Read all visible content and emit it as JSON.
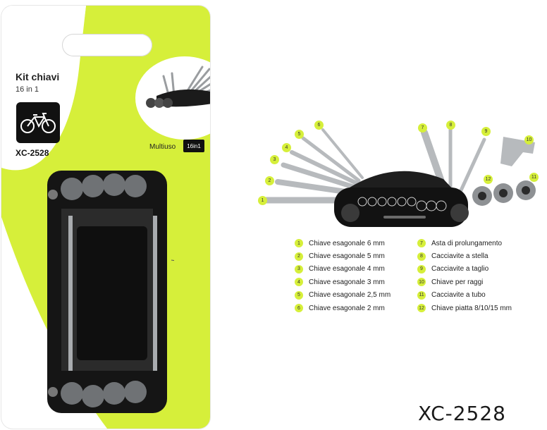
{
  "card": {
    "title": "Kit chiavi",
    "subtitle": "16 in 1",
    "code": "XC-2528",
    "multiuso_label": "Multiuso",
    "badge_label": "16in1",
    "bike_icon": "bicycle-icon"
  },
  "colors": {
    "accent_green": "#d6ef3a",
    "tool_black": "#151515",
    "metal": "#b9bcbf"
  },
  "callouts": [
    "1",
    "2",
    "3",
    "4",
    "5",
    "6",
    "7",
    "8",
    "9",
    "10",
    "11",
    "12"
  ],
  "legend": [
    {
      "num": "1",
      "label": "Chiave esagonale 6 mm"
    },
    {
      "num": "2",
      "label": "Chiave esagonale 5 mm"
    },
    {
      "num": "3",
      "label": "Chiave esagonale 4 mm"
    },
    {
      "num": "4",
      "label": "Chiave esagonale 3 mm"
    },
    {
      "num": "5",
      "label": "Chiave esagonale 2,5 mm"
    },
    {
      "num": "6",
      "label": "Chiave esagonale 2 mm"
    },
    {
      "num": "7",
      "label": "Asta di prolungamento"
    },
    {
      "num": "8",
      "label": "Cacciavite a stella"
    },
    {
      "num": "9",
      "label": "Cacciavite a taglio"
    },
    {
      "num": "10",
      "label": "Chiave per raggi"
    },
    {
      "num": "11",
      "label": "Cacciavite a tubo"
    },
    {
      "num": "12",
      "label": "Chiave piatta 8/10/15 mm"
    }
  ],
  "model_code": "XC-2528"
}
